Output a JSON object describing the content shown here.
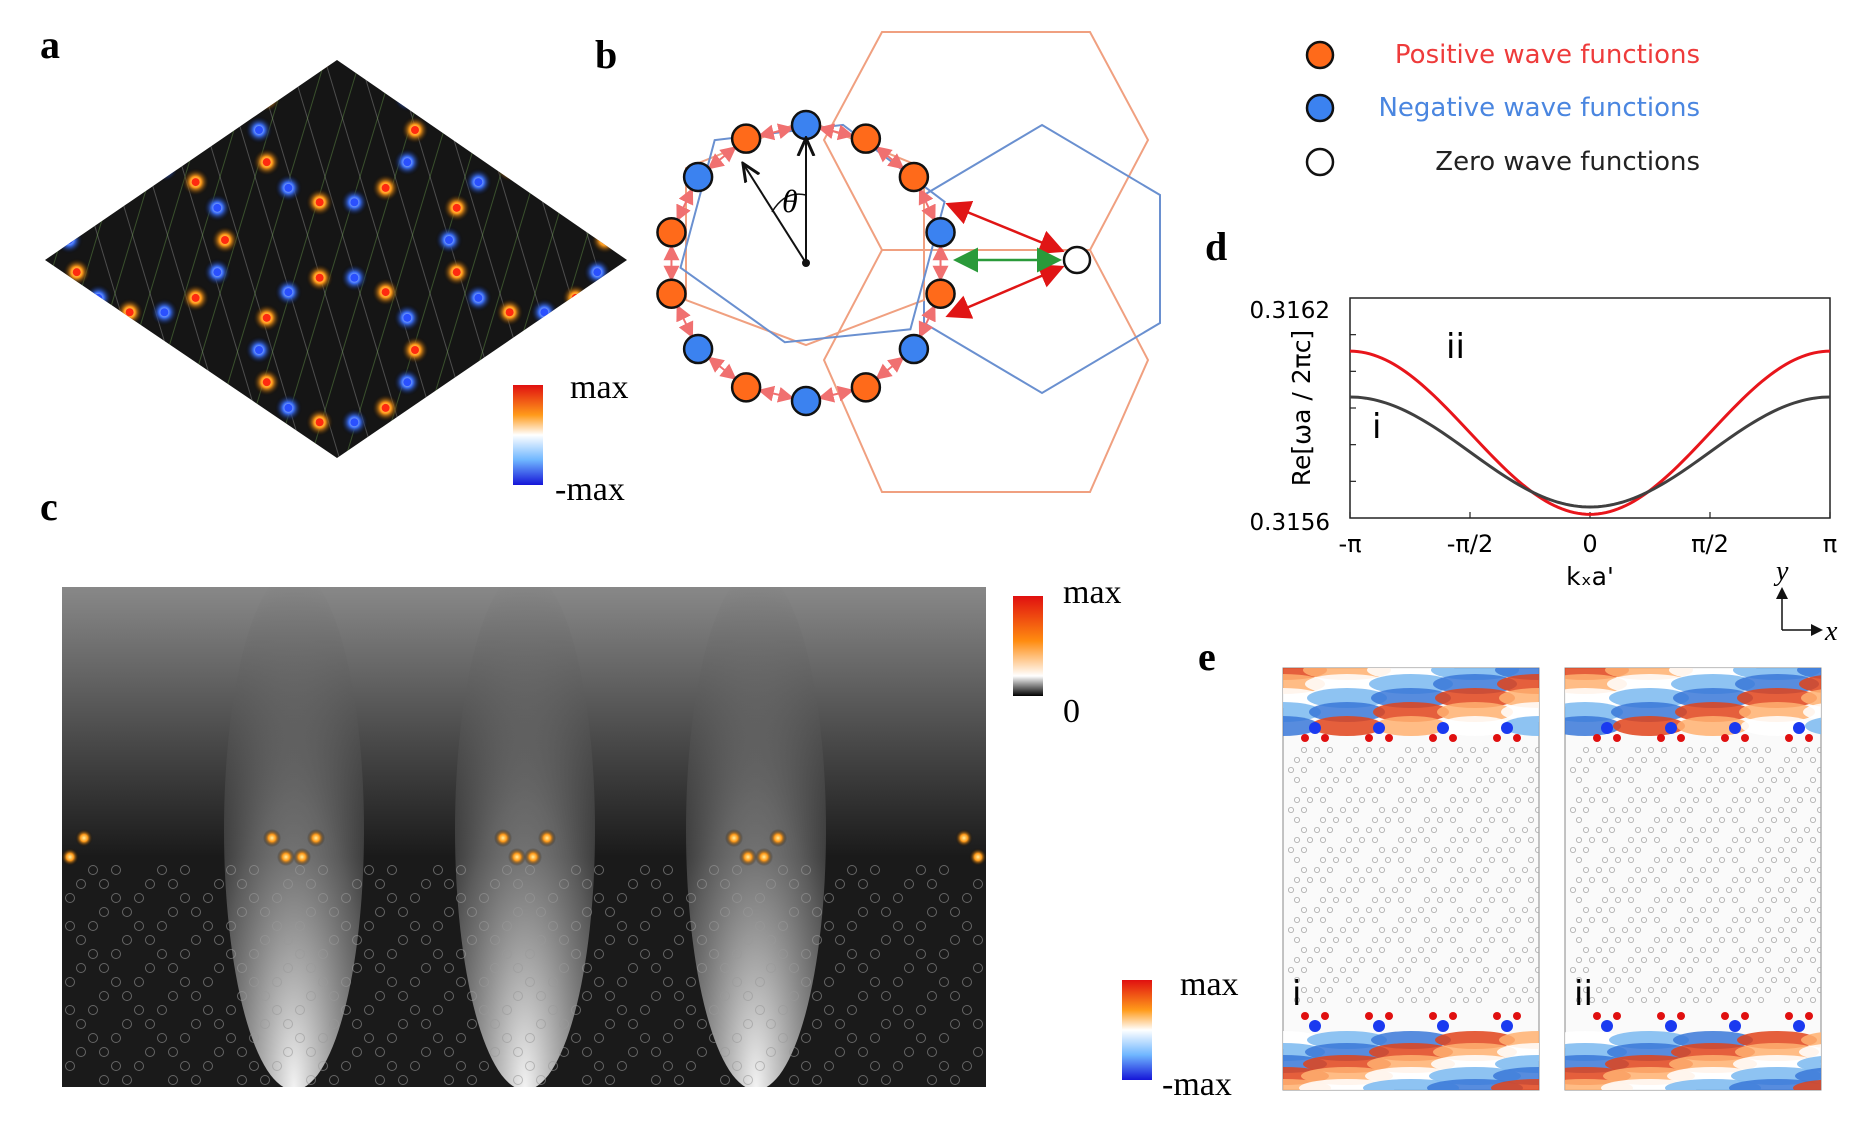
{
  "panels": {
    "a": "a",
    "b": "b",
    "c": "c",
    "d": "d",
    "e": "e"
  },
  "colorbar_a": {
    "max": "max",
    "min": "-max"
  },
  "colorbar_c": {
    "max": "max",
    "min": "0"
  },
  "colorbar_e": {
    "max": "max",
    "min": "-max"
  },
  "legend": {
    "positive": "Positive wave functions",
    "negative": "Negative wave functions",
    "zero": "Zero wave functions",
    "positive_color": "#ee3b3b",
    "negative_color": "#4a86e0",
    "zero_color": "#222222"
  },
  "ring": {
    "angle_label": "θ",
    "signs": [
      "neg",
      "pos",
      "pos",
      "neg",
      "pos",
      "neg",
      "pos",
      "neg",
      "pos",
      "neg",
      "pos",
      "pos",
      "neg",
      "pos"
    ]
  },
  "mode_labels": {
    "i": "i",
    "ii": "ii"
  },
  "axes_xy": {
    "x": "x",
    "y": "y"
  },
  "chart_data": {
    "type": "line",
    "xlabel": "kₓa'",
    "ylabel": "Re[ωa / 2πc]",
    "xlim": [
      -3.14159,
      3.14159
    ],
    "ylim": [
      0.3156,
      0.3162
    ],
    "xtick_labels": [
      "-π",
      "-π/2",
      "0",
      "π/2",
      "π"
    ],
    "ytick_labels": [
      "0.3162",
      "0.3156"
    ],
    "series": [
      {
        "name": "ii",
        "color": "#e8151b",
        "center": 0.31561,
        "amplitude": 0.000445
      },
      {
        "name": "i",
        "color": "#404040",
        "center": 0.31563,
        "amplitude": 0.0003
      }
    ]
  }
}
